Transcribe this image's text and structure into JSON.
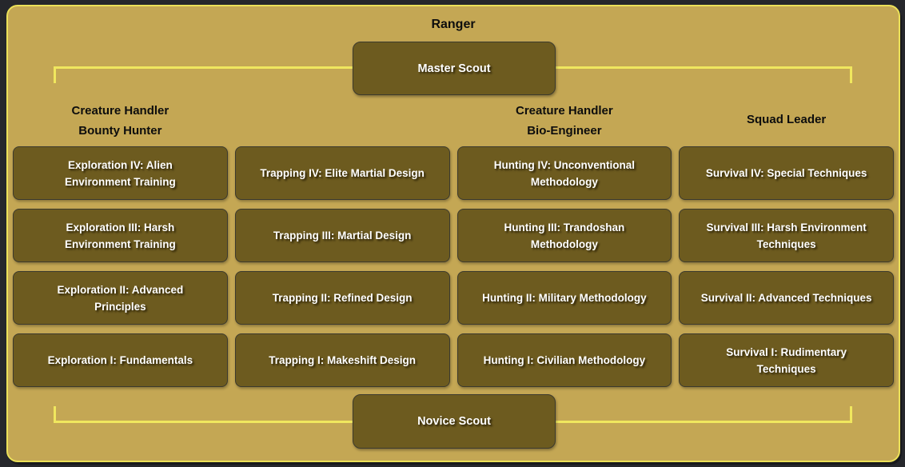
{
  "title": "Ranger",
  "top_node": {
    "label": "Master Scout"
  },
  "bottom_node": {
    "label": "Novice Scout"
  },
  "columns": [
    {
      "headers": [
        "Creature Handler",
        "Bounty Hunter"
      ],
      "skills": [
        "Exploration IV: Alien Environment Training",
        "Exploration III: Harsh Environment Training",
        "Exploration II: Advanced Principles",
        "Exploration I: Fundamentals"
      ]
    },
    {
      "headers": [],
      "skills": [
        "Trapping IV: Elite Martial Design",
        "Trapping III: Martial Design",
        "Trapping II: Refined Design",
        "Trapping I: Makeshift Design"
      ]
    },
    {
      "headers": [
        "Creature Handler",
        "Bio-Engineer"
      ],
      "skills": [
        "Hunting IV: Unconventional Methodology",
        "Hunting III: Trandoshan Methodology",
        "Hunting II: Military Methodology",
        "Hunting I: Civilian Methodology"
      ]
    },
    {
      "headers": [
        "Squad Leader"
      ],
      "skills": [
        "Survival IV: Special Techniques",
        "Survival III: Harsh Environment Techniques",
        "Survival II: Advanced Techniques",
        "Survival I: Rudimentary Techniques"
      ]
    }
  ],
  "colors": {
    "outer_background": "#26272c",
    "panel_background": "#c4a754",
    "panel_border": "#ece159",
    "connector_line": "#f0e75e",
    "node_background": "#6d5b1f",
    "heading_text": "#0d0d0d",
    "node_text": "#ffffff"
  }
}
